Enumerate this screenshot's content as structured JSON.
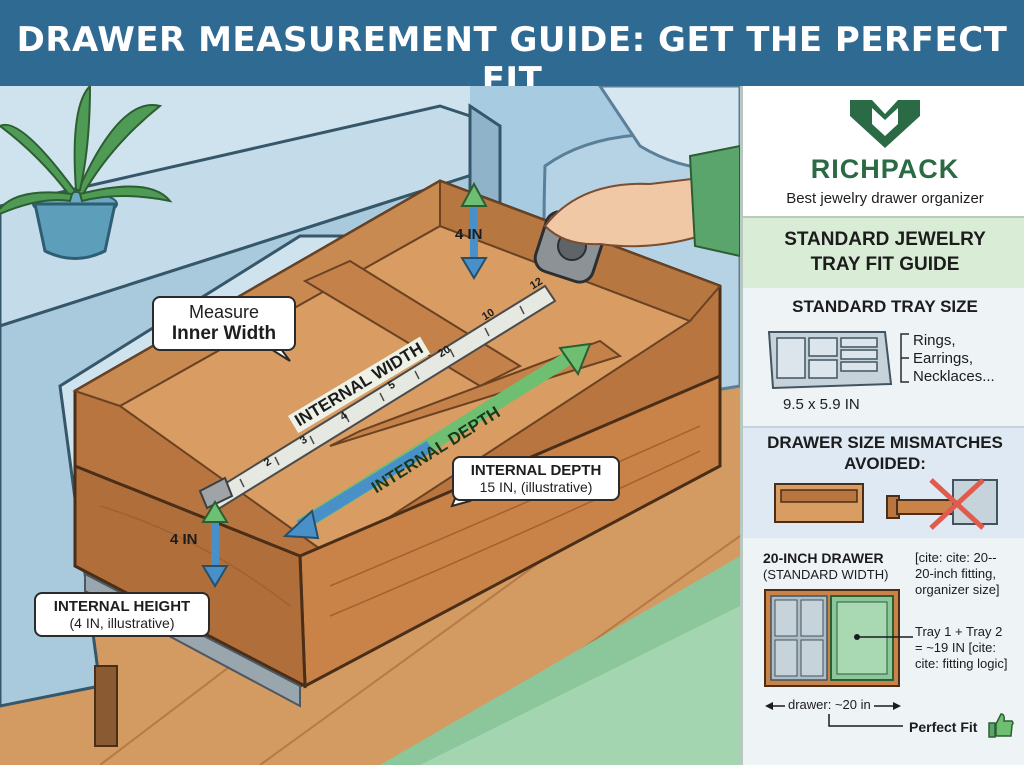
{
  "header": {
    "title": "DRAWER MEASUREMENT GUIDE: GET THE PERFECT FIT"
  },
  "scene": {
    "callout_inner_width": {
      "line1": "Measure",
      "line2": "Inner Width"
    },
    "internal_width_label": "INTERNAL WIDTH",
    "internal_depth_label": "INTERNAL DEPTH",
    "callout_internal_depth": {
      "title": "INTERNAL DEPTH",
      "value": "15 IN, (illustrative)"
    },
    "callout_internal_height": {
      "title": "INTERNAL HEIGHT",
      "value": "(4 IN, illustrative)"
    },
    "height_label_back": "4 IN",
    "height_label_front": "4 IN",
    "tape_numbers": [
      "12",
      "10",
      "20",
      "5",
      "4",
      "3",
      "2"
    ]
  },
  "panel": {
    "brand_name": "RICHPACK",
    "brand_tagline": "Best jewelry drawer organizer",
    "guide_title_line1": "STANDARD JEWELRY",
    "guide_title_line2": "TRAY FIT GUIDE",
    "tray_section_title": "STANDARD TRAY SIZE",
    "tray_items": [
      "Rings,",
      "Earrings,",
      "Necklaces..."
    ],
    "tray_size": "9.5 x 5.9 IN",
    "mismatch_title_line1": "DRAWER SIZE MISMATCHES",
    "mismatch_title_line2": "AVOIDED:",
    "drawer_title": "20-INCH DRAWER",
    "drawer_subtitle": "(STANDARD WIDTH)",
    "cite_note": [
      "[cite: cite: 20--",
      "20-inch fitting,",
      "organizer size]"
    ],
    "tray_sum_note": [
      "Tray 1 + Tray 2",
      "= ~19 IN [cite:",
      "cite: fitting logic]"
    ],
    "drawer_width": "drawer: ~20 in",
    "perfect_fit": "Perfect Fit"
  },
  "colors": {
    "header_bg": "#2f6a92",
    "brand_green": "#2a6a45",
    "wood": "#c9834a",
    "arrow_green": "#6fbf73",
    "arrow_blue": "#4a90c8"
  }
}
